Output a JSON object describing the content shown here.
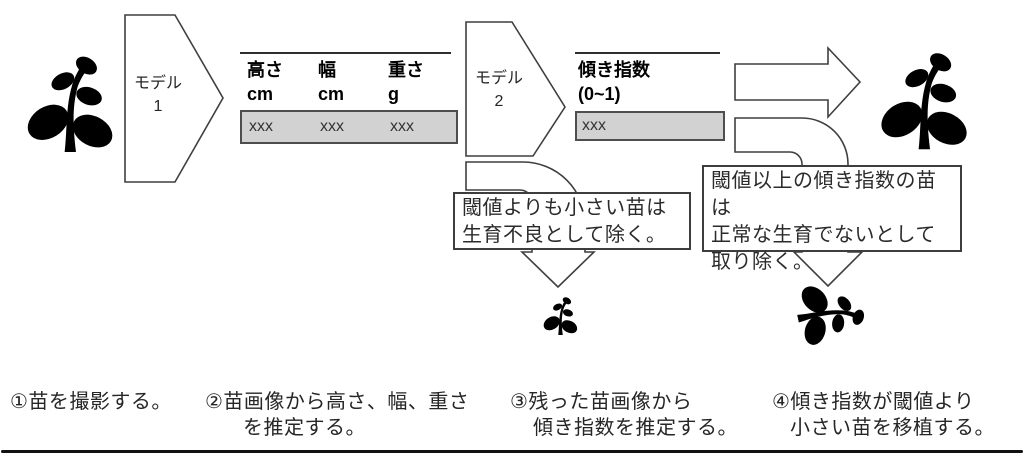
{
  "palette": {
    "background": "#ffffff",
    "shape_outline": "#3f3f3f",
    "table_row_fill": "#d2d2d2",
    "table_row_border": "#4e4e4e",
    "text": "#262626",
    "bottom_rule": "#111111"
  },
  "flow": {
    "model1": {
      "line1": "モデル",
      "line2": "1"
    },
    "model2": {
      "line1": "モデル",
      "line2": "2"
    },
    "table1": {
      "columns": [
        {
          "name": "高さ",
          "unit": "cm",
          "value": "xxx"
        },
        {
          "name": "幅",
          "unit": "cm",
          "value": "xxx"
        },
        {
          "name": "重さ",
          "unit": "g",
          "value": "xxx"
        }
      ]
    },
    "table2": {
      "header1": "傾き指数",
      "header2": "(0~1)",
      "value": "xxx"
    },
    "note1": {
      "lines": [
        "閾値よりも小さい苗は",
        "生育不良として除く。"
      ]
    },
    "note2": {
      "lines": [
        "閾値以上の傾き指数の苗は",
        "正常な生育でないとして",
        "取り除く。"
      ]
    }
  },
  "captions": [
    {
      "lines": [
        "①苗を撮影する。",
        ""
      ]
    },
    {
      "lines": [
        "②苗画像から高さ、幅、重さ",
        "を推定する。"
      ]
    },
    {
      "lines": [
        "③残った苗画像から",
        "傾き指数を推定する。"
      ]
    },
    {
      "lines": [
        "④傾き指数が閾値より",
        "小さい苗を移植する。"
      ]
    }
  ],
  "icons": {
    "plant_left": "seedling-icon",
    "plant_right": "seedling-icon",
    "plant_removed_small": "small-seedling-icon",
    "plant_removed_tilted": "tilted-seedling-icon",
    "arrow_right": "right-arrow-icon",
    "bent_arrow_left": "bent-down-arrow-icon",
    "bent_arrow_right": "bent-down-arrow-icon"
  }
}
